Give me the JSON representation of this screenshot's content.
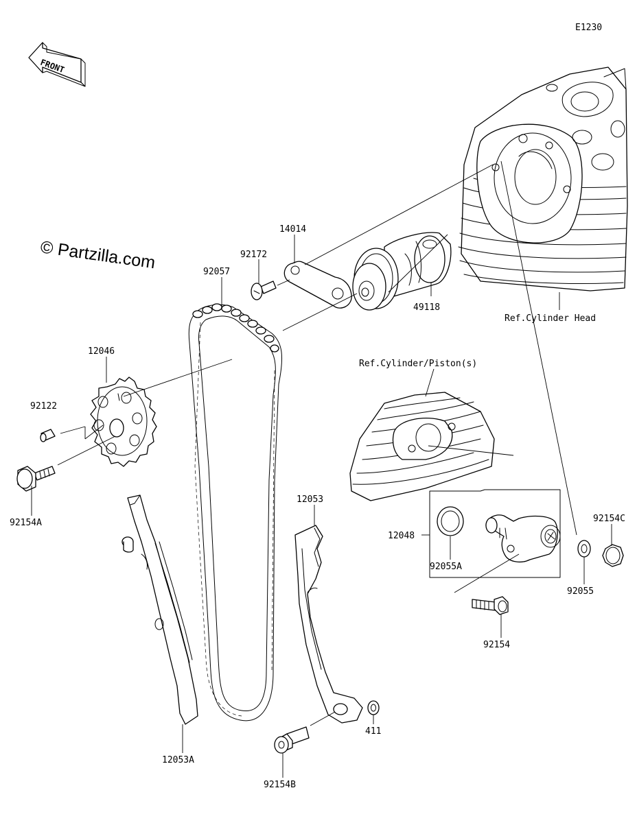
{
  "diagram_code": "E1230",
  "watermark": "© Partzilla.com",
  "front_arrow_text": "FRONT",
  "references": {
    "cylinder_head": "Ref.Cylinder Head",
    "cylinder_piston": "Ref.Cylinder/Piston(s)"
  },
  "parts": {
    "p14014": "14014",
    "p92172": "92172",
    "p92057": "92057",
    "p49118": "49118",
    "p12046": "12046",
    "p92122": "92122",
    "p92154A": "92154A",
    "p12053": "12053",
    "p12048": "12048",
    "p92055A": "92055A",
    "p92154C": "92154C",
    "p92055": "92055",
    "p92154": "92154",
    "p411": "411",
    "p12053A": "12053A",
    "p92154B": "92154B"
  }
}
